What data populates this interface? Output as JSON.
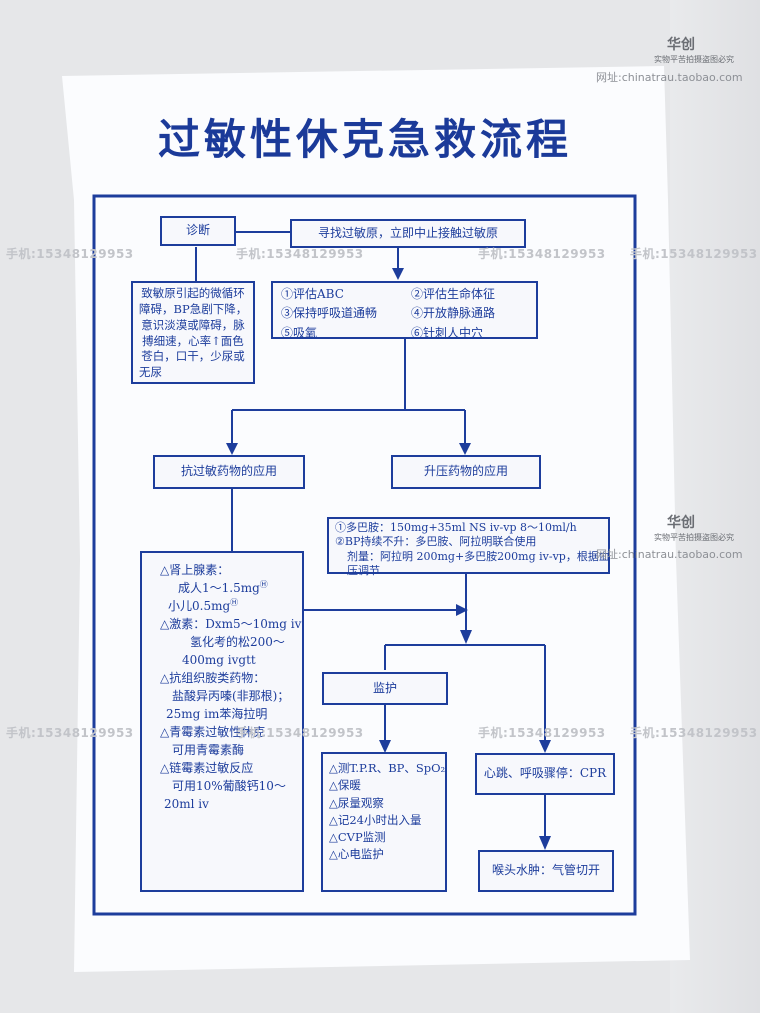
{
  "title": "过敏性休克急救流程",
  "watermarks": {
    "brand": "华创",
    "tagline": "实物平苦拍摄盗图必究",
    "url": "网址:chinatrau.taobao.com",
    "phone": "手机:15348129953"
  },
  "nodes": {
    "diagnosis": "诊断",
    "find_allergen": "寻找过敏原，立即中止接触过敏原",
    "symptoms": [
      "致敏原引起的微循环",
      "障碍，BP急剧下降，",
      "意识淡漠或障碍，脉",
      "搏细速，心率↑面色",
      "苍白，口干，少尿或",
      "无尿"
    ],
    "assess": [
      "①评估ABC",
      "②评估生命体征",
      "③保持呼吸道通畅",
      "④开放静脉通路",
      "⑤吸氧",
      "⑥针刺人中穴"
    ],
    "anti_allergy": "抗过敏药物的应用",
    "vasopressor": "升压药物的应用",
    "vasopressor_detail": [
      "①多巴胺：150mg+35ml NS iv-vp 8～10ml/h",
      "②BP持续不升：多巴胺、阿拉明联合使用",
      "剂量：阿拉明 200mg+多巴胺200mg iv-vp，根据血",
      "压调节"
    ],
    "drug_list": [
      "△肾上腺素：",
      "成人1～1.5mg",
      "小儿0.5mg",
      "△激素：Dxm5～10mg iv",
      "氢化考的松200～",
      "400mg ivgtt",
      "△抗组织胺类药物：",
      "盐酸异丙嗪(非那根)；",
      "25mg im苯海拉明",
      "△青霉素过敏性休克",
      "可用青霉素酶",
      "△链霉素过敏反应",
      "可用10%葡酸钙10～",
      "20ml iv"
    ],
    "monitor": "监护",
    "monitor_items": [
      "△测T.P.R、BP、SpO₂",
      "△保暖",
      "△尿量观察",
      "△记24小时出入量",
      "△CVP监测",
      "△心电监护"
    ],
    "cpr": "心跳、呼吸骤停：CPR",
    "throat": "喉头水肿：气管切开"
  }
}
